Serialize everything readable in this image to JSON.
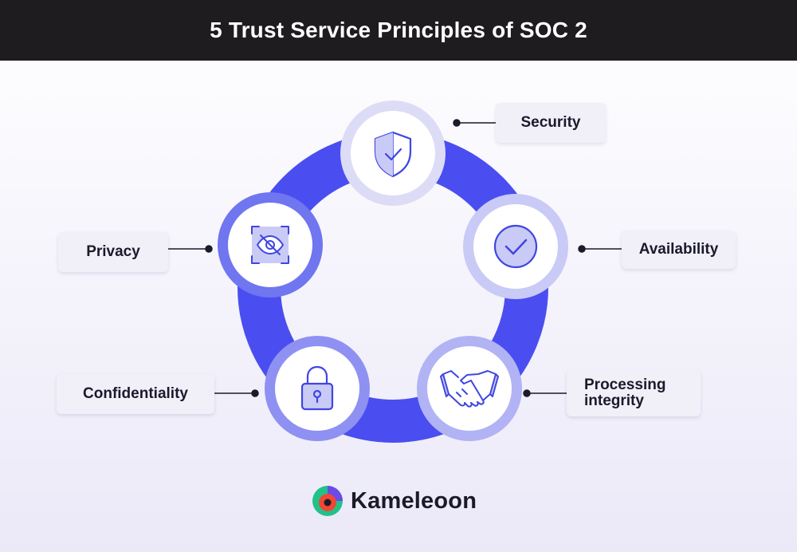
{
  "header": {
    "title": "5 Trust Service Principles of SOC 2"
  },
  "principles": [
    {
      "label": "Security",
      "icon": "shield-check-icon"
    },
    {
      "label": "Availability",
      "icon": "check-circle-icon"
    },
    {
      "label": "Processing\nintegrity",
      "icon": "handshake-icon"
    },
    {
      "label": "Confidentiality",
      "icon": "padlock-icon"
    },
    {
      "label": "Privacy",
      "icon": "eye-slash-icon"
    }
  ],
  "brand": {
    "name": "Kameleoon",
    "icon": "kameleoon-logo-icon"
  },
  "colors": {
    "ring": "#4a4ef0",
    "icon_stroke": "#4046e0",
    "node_outer": "#dcdcf7",
    "node_inner": "#ffffff",
    "header_bg": "#1e1c1e",
    "label_bg": "#f1f0f9",
    "logo_green": "#22c189",
    "logo_red": "#ef4733",
    "logo_purple": "#6b4be8"
  }
}
